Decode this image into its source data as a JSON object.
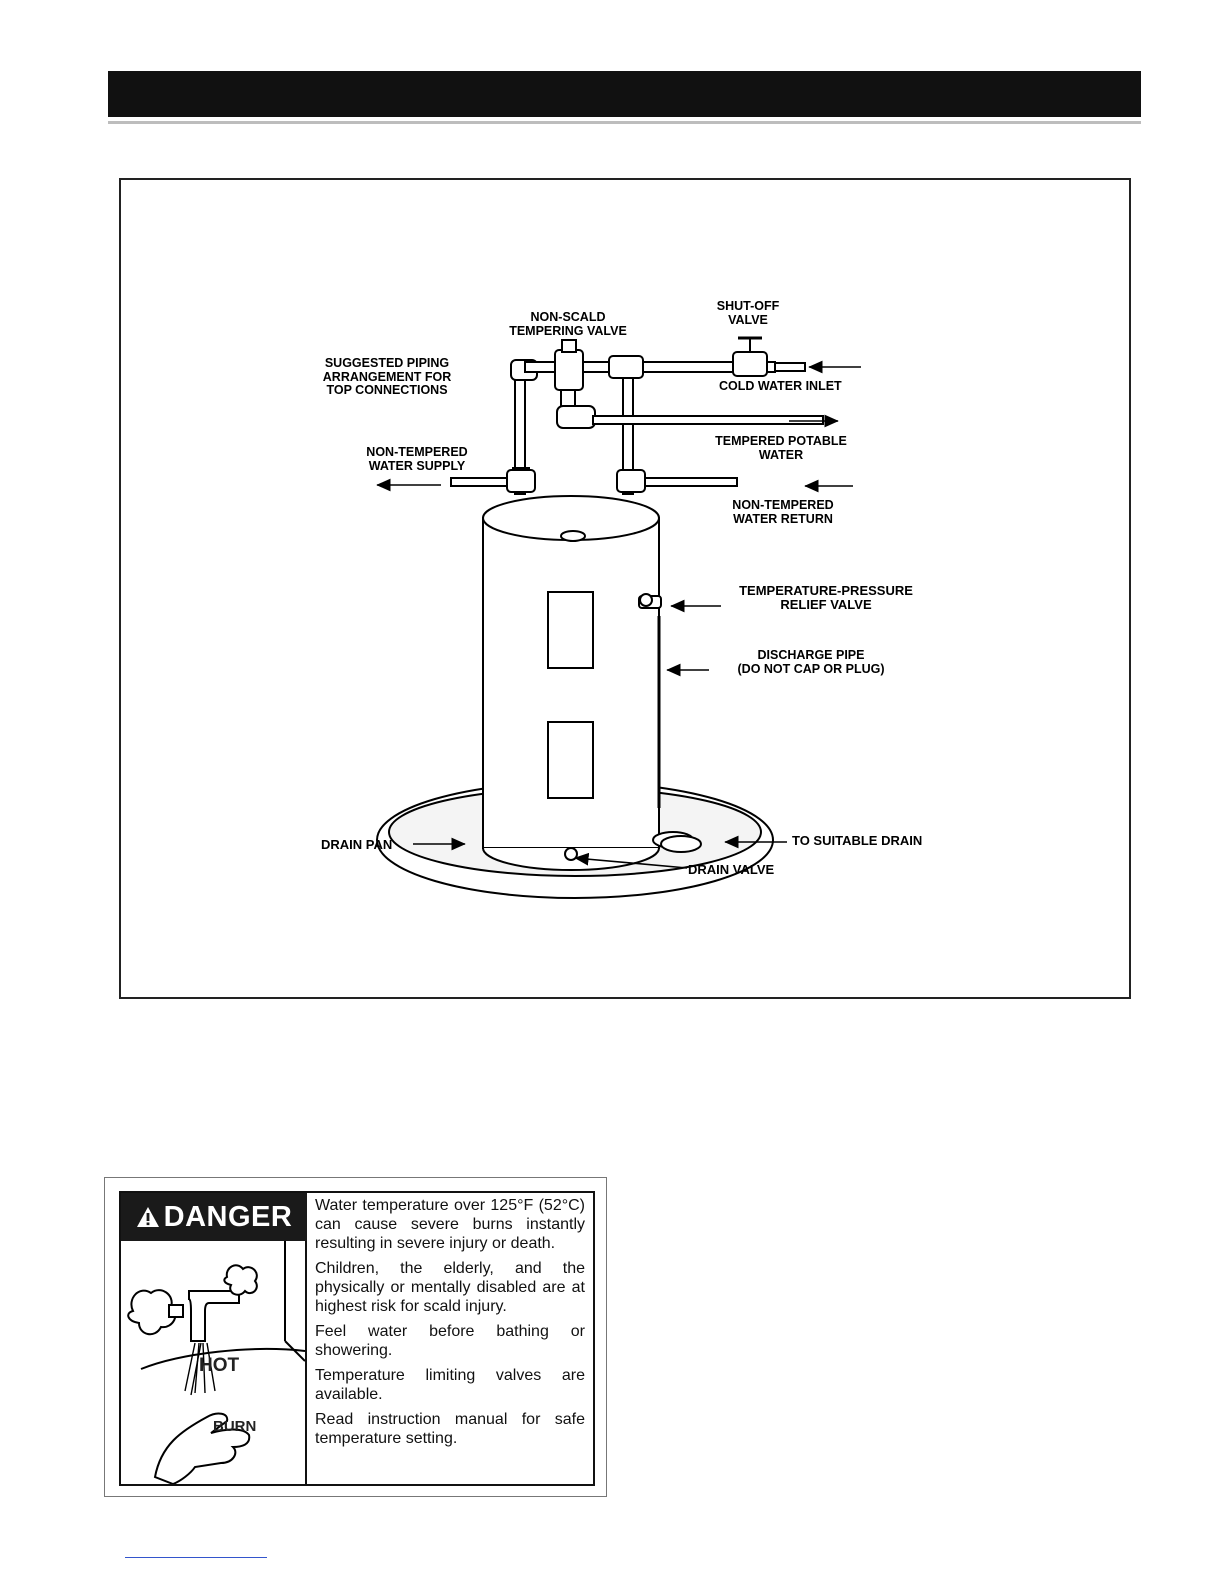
{
  "diagram": {
    "labels": {
      "non_scald_valve": "NON-SCALD\nTEMPERING VALVE",
      "shut_off_valve": "SHUT-OFF\nVALVE",
      "suggested_piping": "SUGGESTED PIPING\nARRANGEMENT FOR\nTOP CONNECTIONS",
      "cold_water_inlet": "COLD WATER INLET",
      "tempered_potable": "TEMPERED POTABLE\nWATER",
      "non_tempered_supply": "NON-TEMPERED\nWATER SUPPLY",
      "non_tempered_return": "NON-TEMPERED\nWATER RETURN",
      "tp_relief_valve": "TEMPERATURE-PRESSURE\nRELIEF VALVE",
      "discharge_pipe": "DISCHARGE PIPE\n(DO NOT CAP OR PLUG)",
      "drain_pan": "DRAIN PAN",
      "suitable_drain": "TO SUITABLE DRAIN",
      "drain_valve": "DRAIN VALVE"
    }
  },
  "warning": {
    "signal_word": "DANGER",
    "pictogram_hot": "HOT",
    "pictogram_burn": "BURN",
    "paragraphs": [
      "Water temperature over 125°F (52°C) can cause severe burns instantly resulting in severe injury or death.",
      "Children, the elderly, and the physically or mentally disabled are at highest risk for scald injury.",
      "Feel water before bathing or showering.",
      "Temperature limiting valves are available.",
      "Read instruction manual for safe temperature setting."
    ]
  }
}
